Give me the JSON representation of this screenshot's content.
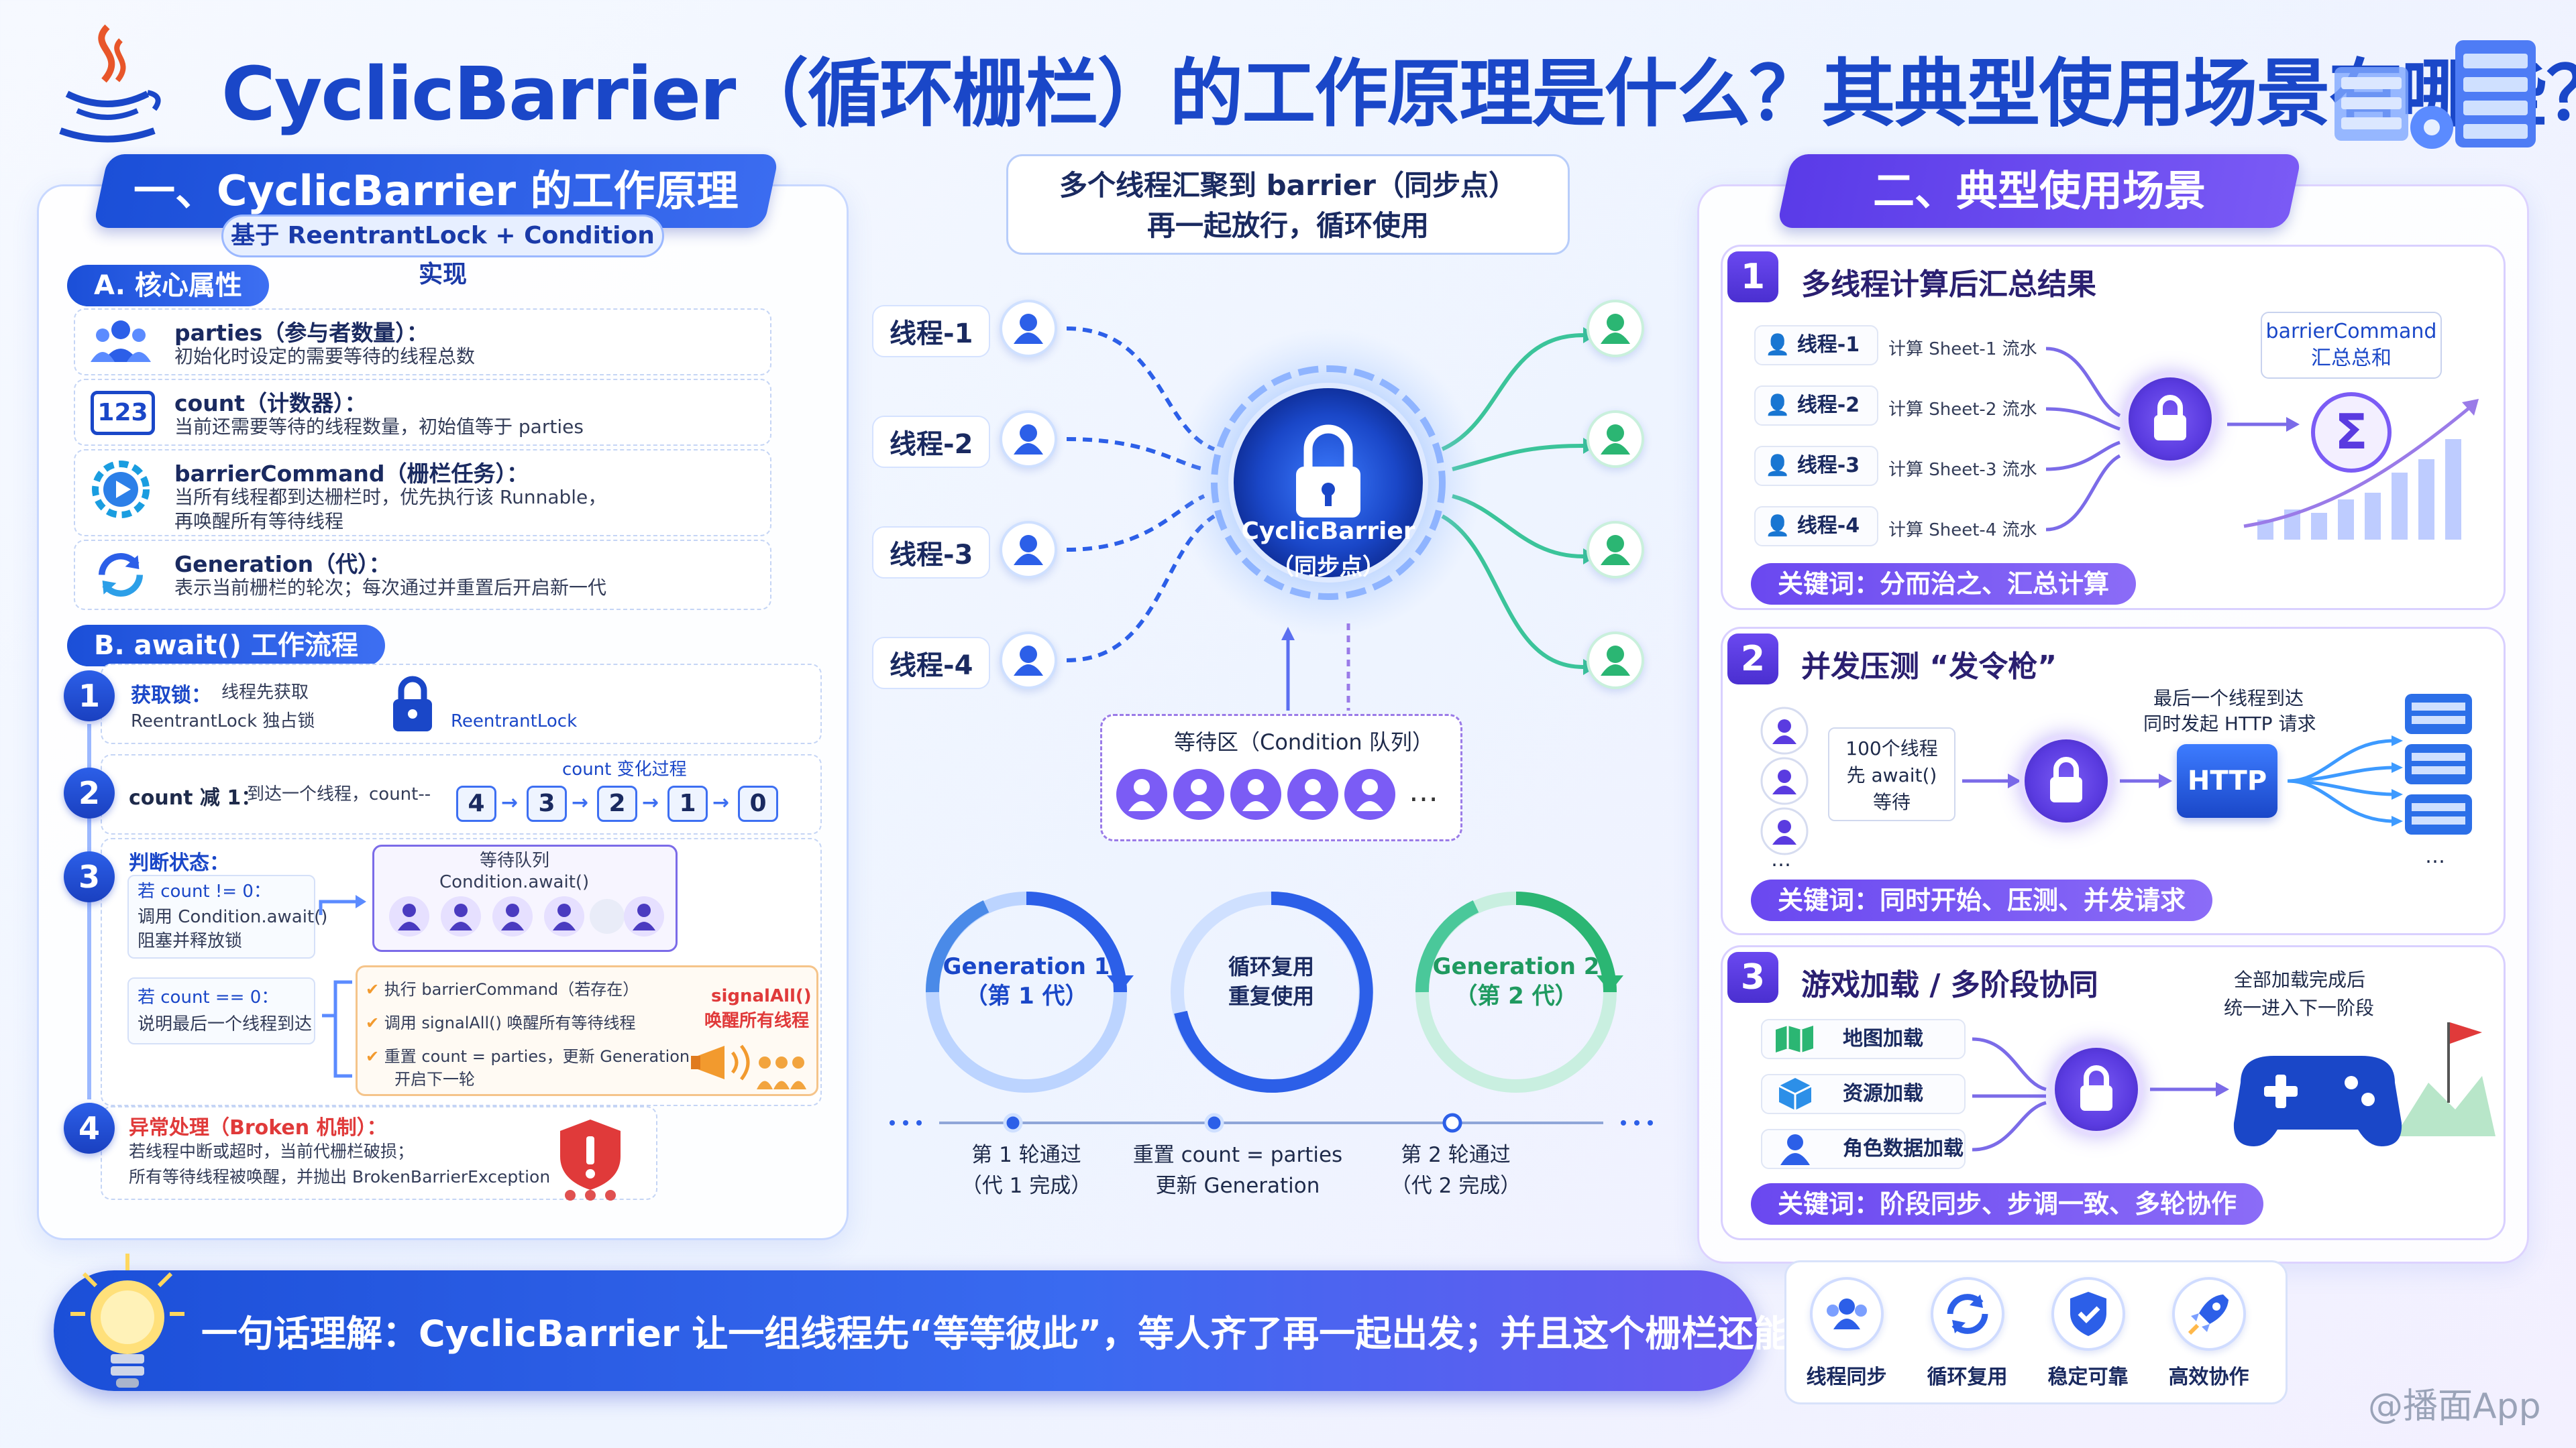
{
  "title": "CyclicBarrier（循环栅栏）的工作原理是什么？其典型使用场景有哪些？",
  "left": {
    "banner": "一、CyclicBarrier 的工作原理",
    "subtitle": "基于 ReentrantLock + Condition 实现",
    "section_a": "A. 核心属性",
    "props": [
      {
        "title": "parties（参与者数量）：",
        "desc": "初始化时设定的需要等待的线程总数"
      },
      {
        "title": "count（计数器）：",
        "desc": "当前还需要等待的线程数量，初始值等于 parties"
      },
      {
        "title": "barrierCommand（栅栏任务）：",
        "desc": "当所有线程都到达栅栏时，优先执行该 Runnable，",
        "desc2": "再唤醒所有等待线程"
      },
      {
        "title": "Generation（代）：",
        "desc": "表示当前栅栏的轮次；每次通过并重置后开启新一代"
      }
    ],
    "icon_123": "123",
    "section_b": "B. await() 工作流程",
    "steps": {
      "s1_num": "1",
      "s1_title": "获取锁：",
      "s1_text": "线程先获取",
      "s1_text2": "ReentrantLock 独占锁",
      "s1_lock_label": "ReentrantLock",
      "s2_num": "2",
      "s2_title": "count 减 1：",
      "s2_text": "到达一个线程，count--",
      "s2_caption": "count 变化过程",
      "s2_values": [
        "4",
        "3",
        "2",
        "1",
        "0"
      ],
      "s3_num": "3",
      "s3_title": "判断状态：",
      "s3_ne_title": "若 count != 0：",
      "s3_ne_text": "调用 Condition.await()",
      "s3_ne_text2": "阻塞并释放锁",
      "s3_queue_title": "等待队列",
      "s3_queue_sub": "Condition.await()",
      "s3_eq_title": "若 count == 0：",
      "s3_eq_text": "说明最后一个线程到达",
      "s3_checks": [
        "执行 barrierCommand（若存在）",
        "调用 signalAll() 唤醒所有等待线程",
        "重置 count = parties，更新 Generation，",
        "开启下一轮"
      ],
      "s3_signal": "signalAll()",
      "s3_signal2": "唤醒所有线程",
      "s4_num": "4",
      "s4_title": "异常处理（Broken 机制）：",
      "s4_text": "若线程中断或超时，当前代栅栏破损；",
      "s4_text2": "所有等待线程被唤醒，并抛出 BrokenBarrierException"
    }
  },
  "center": {
    "hint_line1": "多个线程汇聚到 barrier（同步点）",
    "hint_line2": "再一起放行，循环使用",
    "threads": [
      "线程-1",
      "线程-2",
      "线程-3",
      "线程-4"
    ],
    "barrier_label": "CyclicBarrier",
    "barrier_sub": "（同步点）",
    "wait_title": "等待区（Condition 队列）",
    "ellipsis": "…",
    "gen1": "Generation 1",
    "gen1_sub": "（第 1 代）",
    "reuse": "循环复用",
    "reuse_sub": "重复使用",
    "gen2": "Generation 2",
    "gen2_sub": "（第 2 代）",
    "timeline": [
      {
        "l1": "第 1 轮通过",
        "l2": "（代 1 完成）"
      },
      {
        "l1": "重置 count = parties",
        "l2": "更新 Generation"
      },
      {
        "l1": "第 2 轮通过",
        "l2": "（代 2 完成）"
      }
    ]
  },
  "right": {
    "banner": "二、典型使用场景",
    "sc1": {
      "num": "1",
      "title": "多线程计算后汇总结果",
      "rows": [
        {
          "t": "线程-1",
          "d": "计算 Sheet-1 流水"
        },
        {
          "t": "线程-2",
          "d": "计算 Sheet-2 流水"
        },
        {
          "t": "线程-3",
          "d": "计算 Sheet-3 流水"
        },
        {
          "t": "线程-4",
          "d": "计算 Sheet-4 流水"
        }
      ],
      "cmd": "barrierCommand",
      "cmd2": "汇总总和",
      "sigma": "Σ",
      "kw": "关键词：分而治之、汇总计算"
    },
    "sc2": {
      "num": "2",
      "title": "并发压测 “发令枪”",
      "left1": "100个线程",
      "left2": "先 await()",
      "left3": "等待",
      "right1": "最后一个线程到达",
      "right2": "同时发起 HTTP 请求",
      "http": "HTTP",
      "dots": "…",
      "kw": "关键词：同时开始、压测、并发请求"
    },
    "sc3": {
      "num": "3",
      "title": "游戏加载 / 多阶段协同",
      "items": [
        "地图加载",
        "资源加载",
        "角色数据加载"
      ],
      "note1": "全部加载完成后",
      "note2": "统一进入下一阶段",
      "kw": "关键词：阶段同步、步调一致、多轮协作"
    }
  },
  "bottom": {
    "summary": "一句话理解：CyclicBarrier 让一组线程先“等等彼此”，等人齐了再一起出发；并且这个栅栏还能反复使用。",
    "features": [
      "线程同步",
      "循环复用",
      "稳定可靠",
      "高效协作"
    ]
  },
  "watermark": "@播面App",
  "colors": {
    "primary": "#1a47c8",
    "purple": "#6a48f0",
    "green": "#2bb673",
    "orange": "#f29a2e",
    "red": "#e03a3a"
  }
}
